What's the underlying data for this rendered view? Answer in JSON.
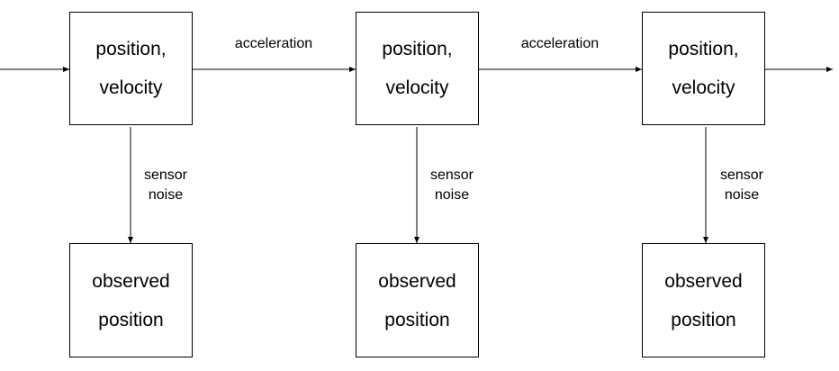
{
  "diagram": {
    "state_nodes": [
      {
        "line1": "position,",
        "line2": "velocity"
      },
      {
        "line1": "position,",
        "line2": "velocity"
      },
      {
        "line1": "position,",
        "line2": "velocity"
      }
    ],
    "observation_nodes": [
      {
        "line1": "observed",
        "line2": "position"
      },
      {
        "line1": "observed",
        "line2": "position"
      },
      {
        "line1": "observed",
        "line2": "position"
      }
    ],
    "transition_labels": [
      "acceleration",
      "acceleration"
    ],
    "emission_labels": [
      {
        "line1": "sensor",
        "line2": "noise"
      },
      {
        "line1": "sensor",
        "line2": "noise"
      },
      {
        "line1": "sensor",
        "line2": "noise"
      }
    ]
  }
}
